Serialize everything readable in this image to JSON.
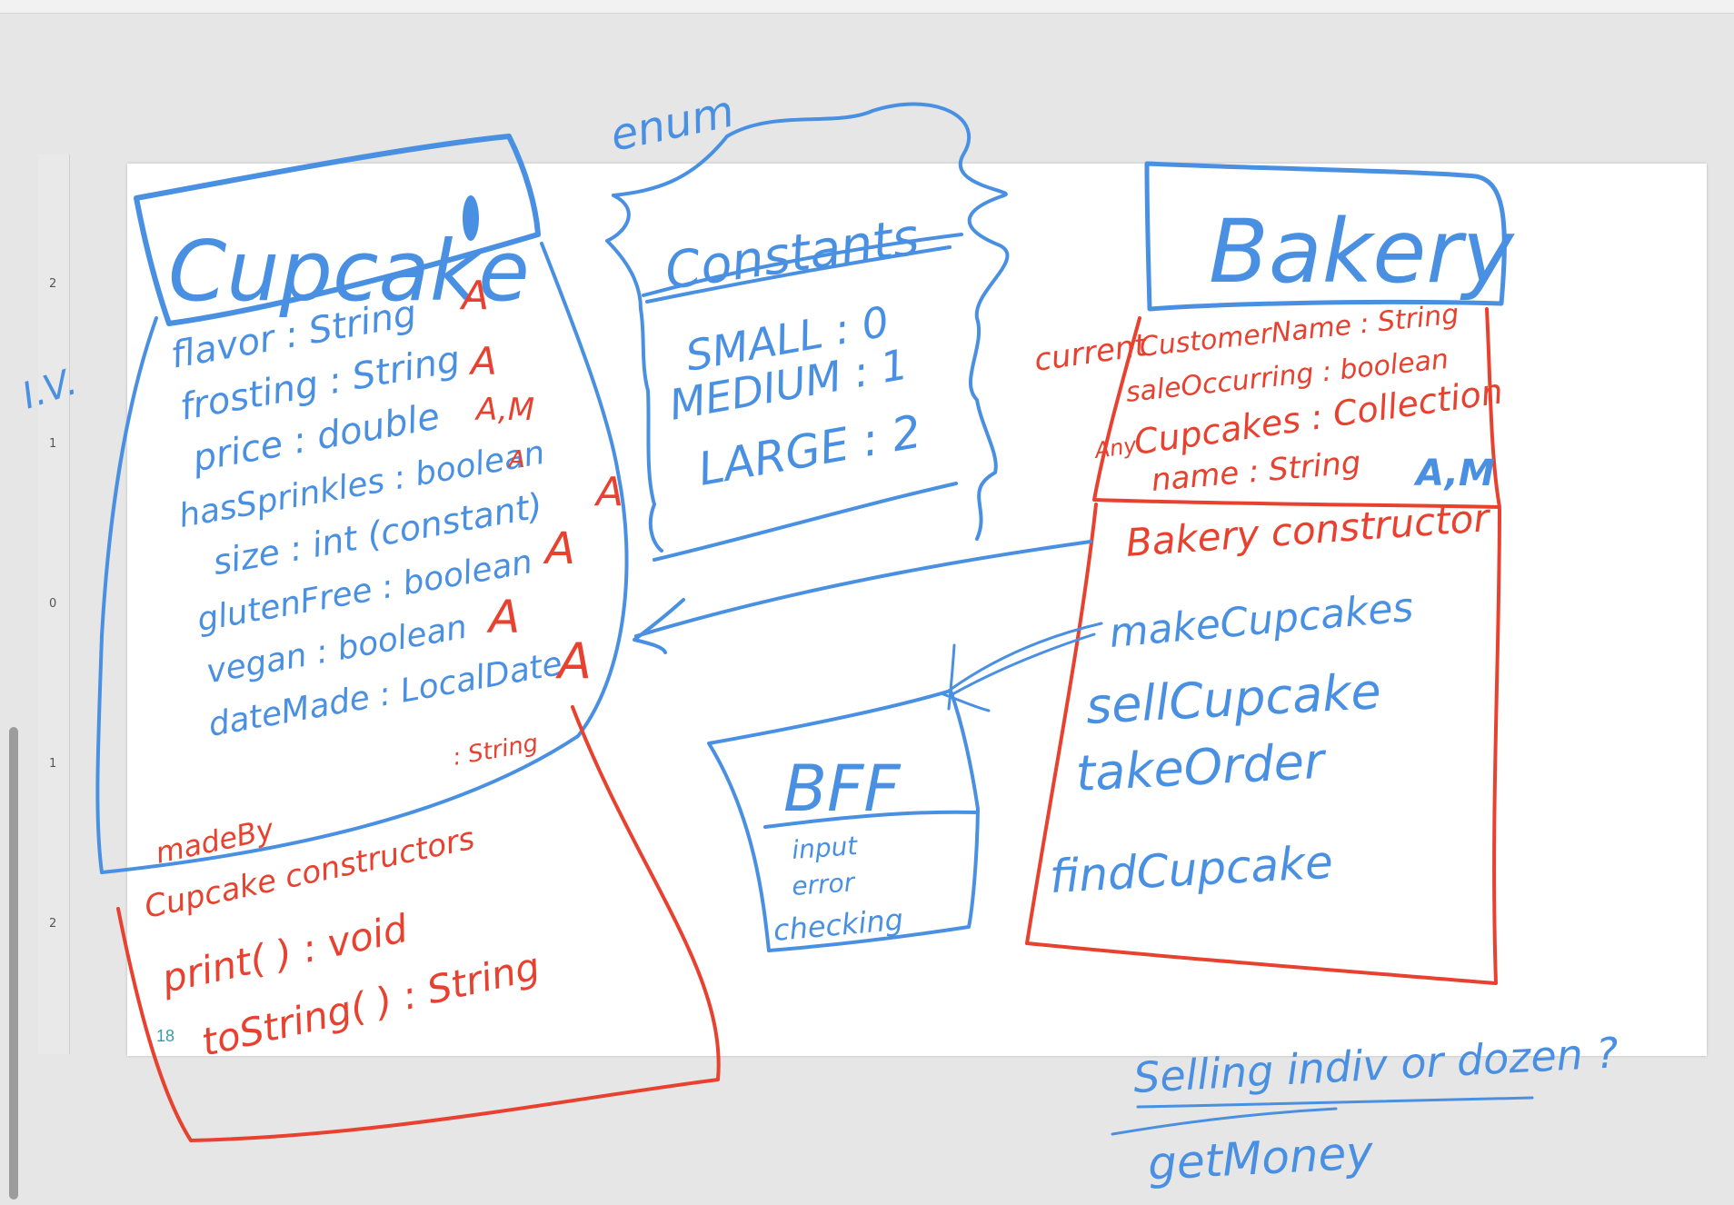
{
  "colors": {
    "blue_ink": "#4a90e2",
    "red_ink": "#e8412f",
    "slide_bg": "#ffffff",
    "workspace_bg": "#e6e6e6"
  },
  "ruler": {
    "labels": [
      "2",
      "1",
      "0",
      "1",
      "2"
    ]
  },
  "slide": {
    "number": "18"
  },
  "annotations": {
    "iv": "I.V.",
    "enum": "enum"
  },
  "cupcake": {
    "title": "Cupcake",
    "attributes": [
      {
        "text": "flavor : String",
        "mark": "A"
      },
      {
        "text": "frosting : String",
        "mark": "A"
      },
      {
        "text": "price : double",
        "mark": "A,M"
      },
      {
        "text": "hasSprinkles : boolean",
        "mark": "A"
      },
      {
        "text": "size : int (constant)",
        "mark": "A"
      },
      {
        "text": "glutenFree : boolean",
        "mark": "A"
      },
      {
        "text": "vegan : boolean",
        "mark": "A"
      },
      {
        "text": "dateMade : LocalDate",
        "mark": "A"
      }
    ],
    "extra_attr": {
      "name": "madeBy",
      "type": ": String"
    },
    "constructor": "Cupcake constructors",
    "methods": [
      "print( ) : void",
      "toString( ) : String"
    ]
  },
  "constants": {
    "title": "Constants",
    "items": [
      "SMALL : 0",
      "MEDIUM : 1",
      "LARGE : 2"
    ]
  },
  "bakery": {
    "title": "Bakery",
    "attributes": [
      {
        "prefix": "current",
        "text": "CustomerName : String"
      },
      {
        "prefix": "",
        "text": "saleOccurring : boolean"
      },
      {
        "prefix": "Any",
        "text": "Cupcakes : Collection"
      },
      {
        "prefix": "",
        "text": "name : String",
        "mark": "A,M"
      }
    ],
    "constructor": "Bakery constructor",
    "methods": [
      "makeCupcakes",
      "sellCupcake",
      "takeOrder",
      "findCupcake"
    ]
  },
  "bff": {
    "title": "BFF",
    "notes": [
      "input",
      "error",
      "checking"
    ]
  },
  "notes": {
    "question": "Selling indiv or dozen ?",
    "item": "getMoney"
  }
}
